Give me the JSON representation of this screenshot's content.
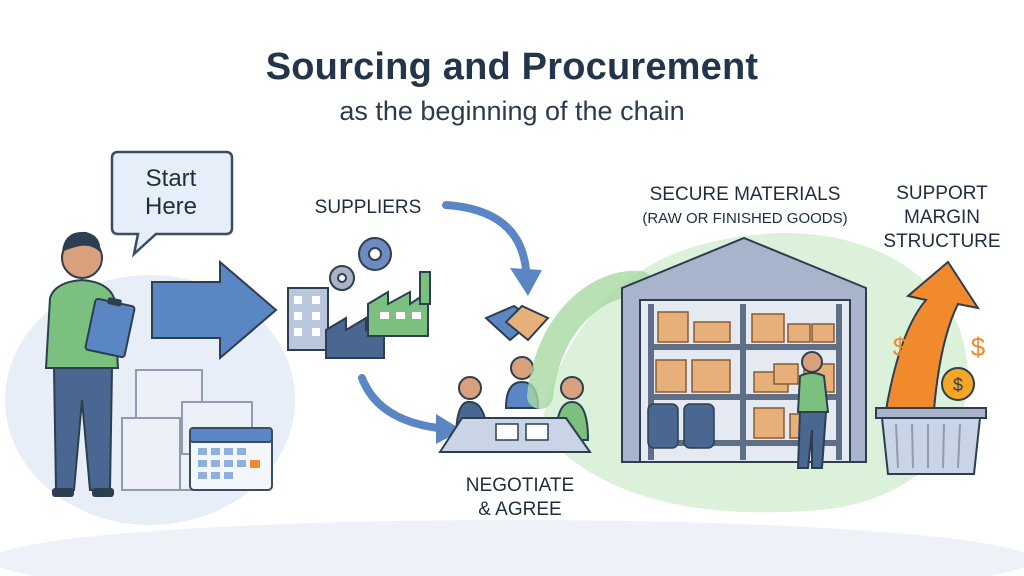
{
  "title": "Sourcing and Procurement",
  "subtitle": "as the beginning of the chain",
  "start_bubble": {
    "line1": "Start",
    "line2": "Here"
  },
  "stages": {
    "suppliers": "SUPPLIERS",
    "negotiate_line1": "NEGOTIATE",
    "negotiate_line2": "& AGREE",
    "secure_line1": "SECURE MATERIALS",
    "secure_line2": "(RAW OR FINISHED GOODS)",
    "margin_line1": "SUPPORT",
    "margin_line2": "MARGIN",
    "margin_line3": "STRUCTURE"
  },
  "colors": {
    "arrow_blue": "#5b86c4",
    "person_green": "#7cc07f",
    "accent_orange": "#f08a2c",
    "warehouse_gray": "#9aa8c2",
    "box_tan": "#e7b07b"
  }
}
